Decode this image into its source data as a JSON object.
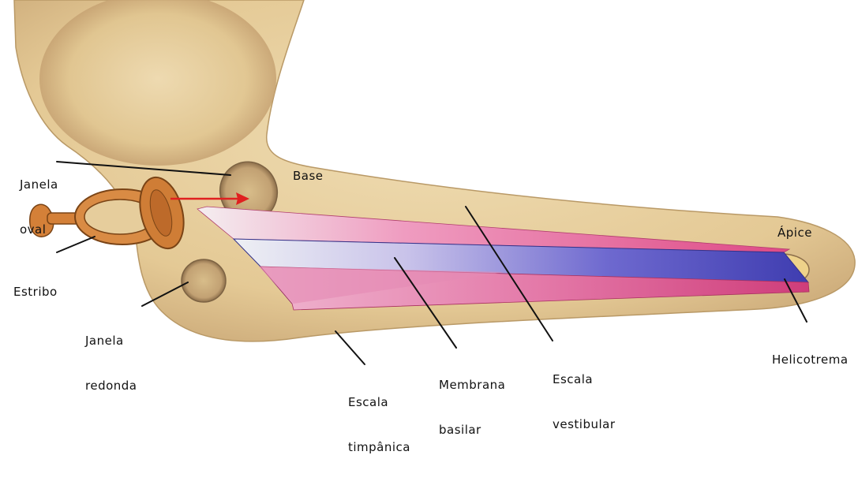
{
  "labels": {
    "base": "Base",
    "apice": "Ápice",
    "janela_oval": [
      "Janela",
      "oval"
    ],
    "estribo": "Estribo",
    "janela_redonda": [
      "Janela",
      "redonda"
    ],
    "helicotrema": "Helicotrema",
    "escala_timpanica": [
      "Escala",
      "timpânica"
    ],
    "membrana_basilar": [
      "Membrana",
      "basilar"
    ],
    "escala_vestibular": [
      "Escala",
      "vestibular"
    ]
  },
  "colors": {
    "bone": "#e6cd9c",
    "bone_shadow": "#c9a874",
    "stapes": "#d9873e",
    "vestibular_band": "#e24f8c",
    "membrane_band": "#5a55c2",
    "tympanic_band": "#d85d92",
    "arrow": "#e02020"
  }
}
